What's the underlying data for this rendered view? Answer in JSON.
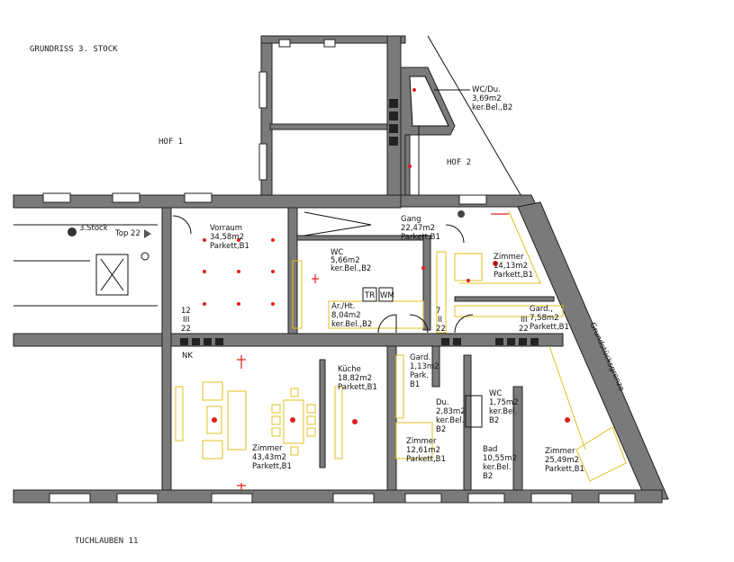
{
  "title": "GRUNDRISS 3. STOCK",
  "courtyards": {
    "hof1": "HOF 1",
    "hof2": "HOF 2"
  },
  "street": "TUCHLAUBEN 11",
  "boundary": "Grundstücksgrenze",
  "floor_marker": "3.Stock",
  "unit": "Top 22",
  "door_codes": {
    "left": [
      "12",
      "III",
      "22"
    ],
    "mid": [
      "7",
      "II",
      "22"
    ],
    "right": [
      "III",
      "22"
    ]
  },
  "nk": "NK",
  "appliances": {
    "tr": "TR",
    "wm": "WM"
  },
  "rooms": [
    {
      "name": "Vorraum",
      "area": "34,58m2",
      "floor": "Parkett,B1"
    },
    {
      "name": "Gang",
      "area": "22,47m2",
      "floor": "Parkett,B1"
    },
    {
      "name": "WC",
      "area": "5,66m2",
      "floor": "ker.Bel.,B2"
    },
    {
      "name": "Ar./Ht.",
      "area": "8,04m2",
      "floor": "ker.Bel.,B2"
    },
    {
      "name": "WC/Du.",
      "area": "3,69m2",
      "floor": "ker.Bel.,B2"
    },
    {
      "name": "Zimmer",
      "area": "14,13m2",
      "floor": "Parkett,B1"
    },
    {
      "name": "Gard.,",
      "area": "7,58m2",
      "floor": "Parkett,B1"
    },
    {
      "name": "Gard.",
      "area": "1,13m2",
      "floor": "Park.",
      "extra": "B1"
    },
    {
      "name": "Du.",
      "area": "2,83m2",
      "floor": "ker.Bel.",
      "extra": "B2"
    },
    {
      "name": "WC",
      "area": "1,75m2",
      "floor": "ker.Bel.",
      "extra": "B2"
    },
    {
      "name": "Küche",
      "area": "18,82m2",
      "floor": "Parkett,B1"
    },
    {
      "name": "Zimmer",
      "area": "43,43m2",
      "floor": "Parkett,B1"
    },
    {
      "name": "Zimmer",
      "area": "12,61m2",
      "floor": "Parkett,B1"
    },
    {
      "name": "Bad",
      "area": "10,55m2",
      "floor": "ker.Bel.",
      "extra": "B2"
    },
    {
      "name": "Zimmer",
      "area": "25,49m2",
      "floor": "Parkett,B1"
    }
  ],
  "colors": {
    "wall": "#7a7a7a",
    "furniture": "#e0c020",
    "electrical": "#e02020"
  }
}
